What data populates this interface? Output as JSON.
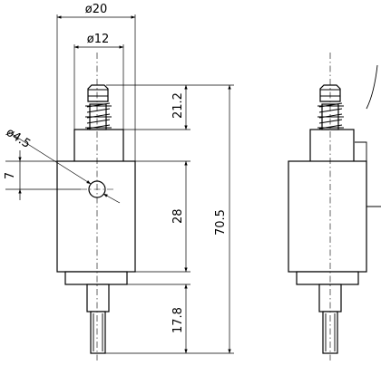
{
  "dimensions": {
    "outer_diameter": "ø20",
    "inner_diameter": "ø12",
    "hole_diameter": "ø4.5",
    "hole_offset": "7",
    "top_section_height": "21.2",
    "body_height": "28",
    "total_height": "70.5",
    "shaft_length": "17.8"
  }
}
